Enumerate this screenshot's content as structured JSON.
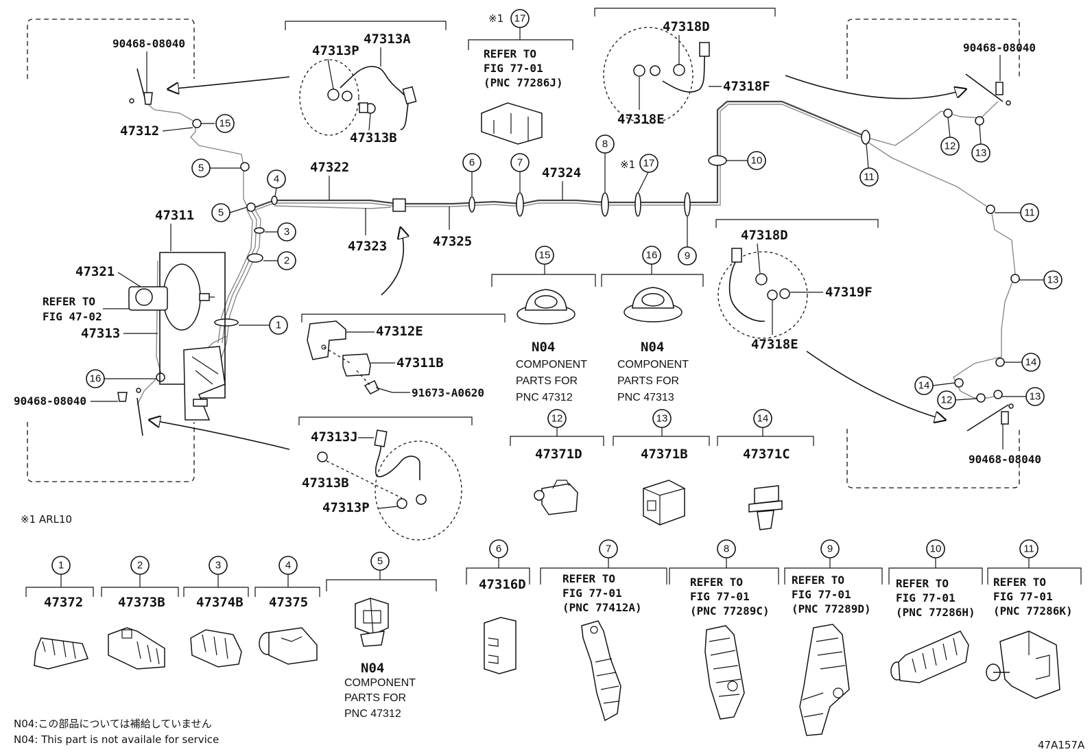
{
  "diagram_id": "47A157A",
  "notes": {
    "variant_note": "※1 ARL10",
    "n04_jp": "N04:この部品については補給していません",
    "n04_en": "N04: This part is not availale for service"
  },
  "callout_numbers": [
    "1",
    "2",
    "3",
    "4",
    "5",
    "6",
    "7",
    "8",
    "9",
    "10",
    "11",
    "12",
    "13",
    "14",
    "15",
    "16",
    "17"
  ],
  "variant_mark": "※1",
  "main_labels": {
    "p47311": "47311",
    "p47312": "47312",
    "p47313": "47313",
    "p47321": "47321",
    "p47322": "47322",
    "p47323": "47323",
    "p47324": "47324",
    "p47325": "47325",
    "p90468_a": "90468-08040",
    "p90468_b": "90468-08040",
    "p90468_c": "90468-08040",
    "p90468_d": "90468-08040",
    "refer_4702_line1": "REFER TO",
    "refer_4702_line2": "FIG 47-02"
  },
  "insets": {
    "hose_upper_left": {
      "p1": "47313P",
      "p2": "47313A",
      "p3": "47313B"
    },
    "hose_lower_left": {
      "p1": "47313J",
      "p2": "47313B",
      "p3": "47313P"
    },
    "hose_upper_right": {
      "p1": "47318D",
      "p2": "47318E",
      "p3": "47318F"
    },
    "hose_mid_right": {
      "p1": "47318D",
      "p2": "47319F",
      "p3": "47318E"
    },
    "bracket": {
      "p1": "47312E",
      "p2": "47311B",
      "p3": "91673-A0620"
    },
    "ref_17": {
      "line1": "REFER TO",
      "line2": "FIG 77-01",
      "line3": "(PNC 77286J)"
    }
  },
  "grommets": [
    {
      "callout": "15",
      "code": "N04",
      "line1": "COMPONENT",
      "line2": "PARTS FOR",
      "line3": "PNC 47312"
    },
    {
      "callout": "16",
      "code": "N04",
      "line1": "COMPONENT",
      "line2": "PARTS FOR",
      "line3": "PNC 47313"
    }
  ],
  "mid_clamps": [
    {
      "callout": "12",
      "part": "47371D"
    },
    {
      "callout": "13",
      "part": "47371B"
    },
    {
      "callout": "14",
      "part": "47371C"
    }
  ],
  "bottom_clamps": [
    {
      "callout": "1",
      "part": "47372"
    },
    {
      "callout": "2",
      "part": "47373B"
    },
    {
      "callout": "3",
      "part": "47374B"
    },
    {
      "callout": "4",
      "part": "47375"
    }
  ],
  "clamp5": {
    "callout": "5",
    "code": "N04",
    "line1": "COMPONENT",
    "line2": "PARTS FOR",
    "line3": "PNC 47312"
  },
  "clamp6": {
    "callout": "6",
    "part": "47316D"
  },
  "refer_clamps": [
    {
      "callout": "7",
      "line1": "REFER TO",
      "line2": "FIG 77-01",
      "line3": "(PNC 77412A)"
    },
    {
      "callout": "8",
      "line1": "REFER TO",
      "line2": "FIG 77-01",
      "line3": "(PNC 77289C)"
    },
    {
      "callout": "9",
      "line1": "REFER TO",
      "line2": "FIG 77-01",
      "line3": "(PNC 77289D)"
    },
    {
      "callout": "10",
      "line1": "REFER TO",
      "line2": "FIG 77-01",
      "line3": "(PNC 77286H)"
    },
    {
      "callout": "11",
      "line1": "REFER TO",
      "line2": "FIG 77-01",
      "line3": "(PNC 77286K)"
    }
  ]
}
